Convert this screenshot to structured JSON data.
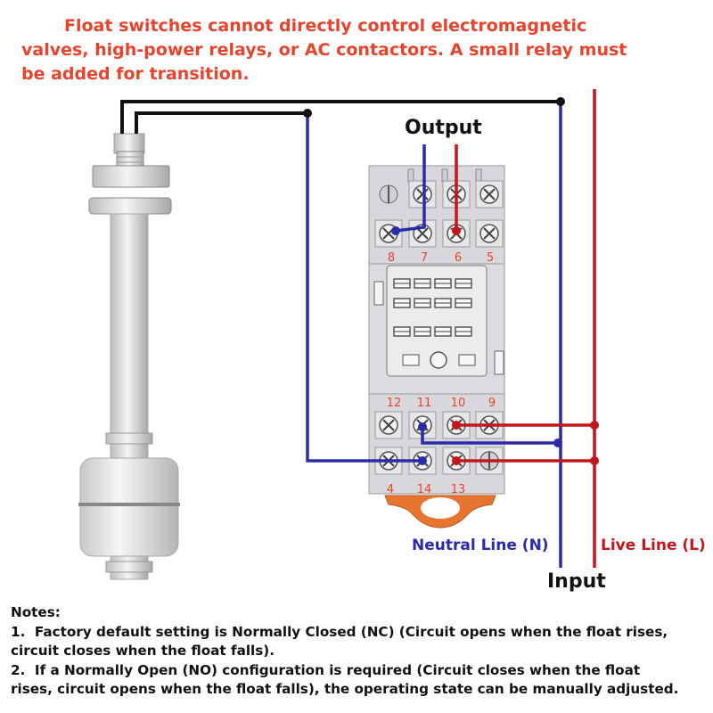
{
  "warning": {
    "lines": [
      "Float switches cannot directly control electromagnetic",
      "valves, high-power relays, or AC contactors. A small relay must",
      "be added for transition."
    ]
  },
  "labels": {
    "output": "Output",
    "input": "Input",
    "neutral": "Neutral Line (N)",
    "live": "Live Line (L)"
  },
  "terminals": {
    "top": [
      "8",
      "7",
      "6",
      "5"
    ],
    "mid": [
      "12",
      "11",
      "10",
      "9"
    ],
    "bottom": [
      "4",
      "14",
      "13"
    ]
  },
  "notes": {
    "heading": "Notes:",
    "lines": [
      "1.  Factory default setting is Normally Closed (NC) (Circuit opens when the float rises,",
      "circuit closes when the float falls).",
      "2.  If a Normally Open (NO) configuration is required (Circuit closes when the float",
      "rises, circuit opens when the float falls), the operating state can be manually adjusted."
    ]
  },
  "colors": {
    "warning": "#e8432c",
    "neutral": "#2b2ba8",
    "live": "#c4161c",
    "terminal_label": "#e8432c",
    "relay_body": "#d8d8dc",
    "base_clip": "#e8752f"
  }
}
